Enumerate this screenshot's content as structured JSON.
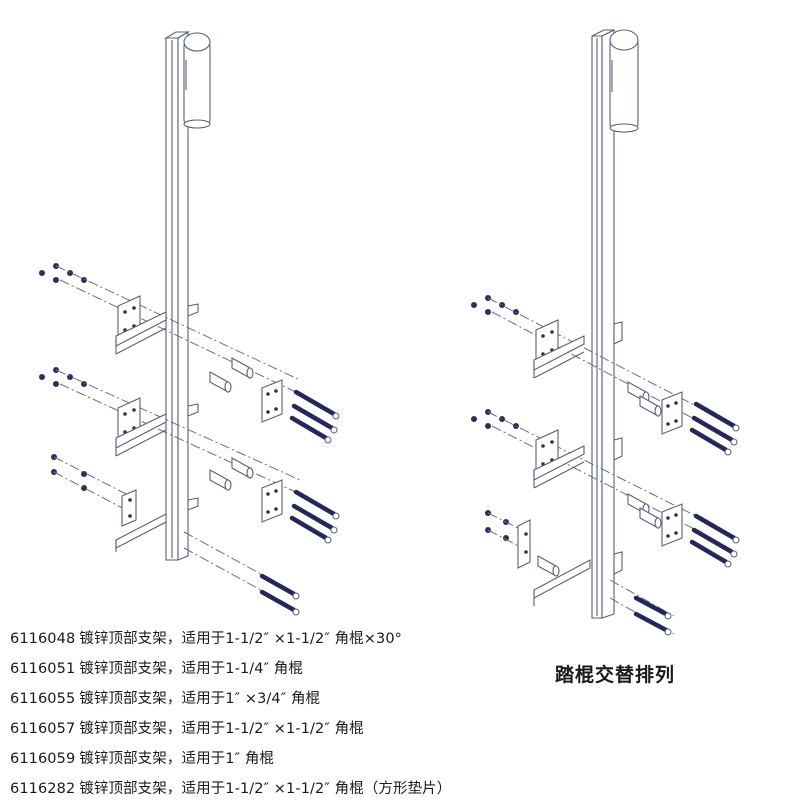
{
  "diagrams": [
    {
      "id": "left",
      "label": "standard-arrangement",
      "brackets": 3
    },
    {
      "id": "right",
      "label": "alternating-arrangement",
      "brackets": 3
    }
  ],
  "caption": "踏棍交替排列",
  "specs": [
    {
      "code": "6116048",
      "text": "镀锌顶部支架，适用于1-1/2″ ×1-1/2″ 角棍×30°"
    },
    {
      "code": "6116051",
      "text": "镀锌顶部支架，适用于1-1/4″ 角棍"
    },
    {
      "code": "6116055",
      "text": "镀锌顶部支架，适用于1″ ×3/4″ 角棍"
    },
    {
      "code": "6116057",
      "text": "镀锌顶部支架，适用于1-1/2″ ×1-1/2″ 角棍"
    },
    {
      "code": "6116059",
      "text": "镀锌顶部支架，适用于1″ 角棍"
    },
    {
      "code": "6116282",
      "text": "镀锌顶部支架，适用于1-1/2″ ×1-1/2″ 角棍（方形垫片）"
    }
  ],
  "colors": {
    "line": "#5a5f78",
    "bolt": "#23275a",
    "text": "#1a1a1a"
  }
}
